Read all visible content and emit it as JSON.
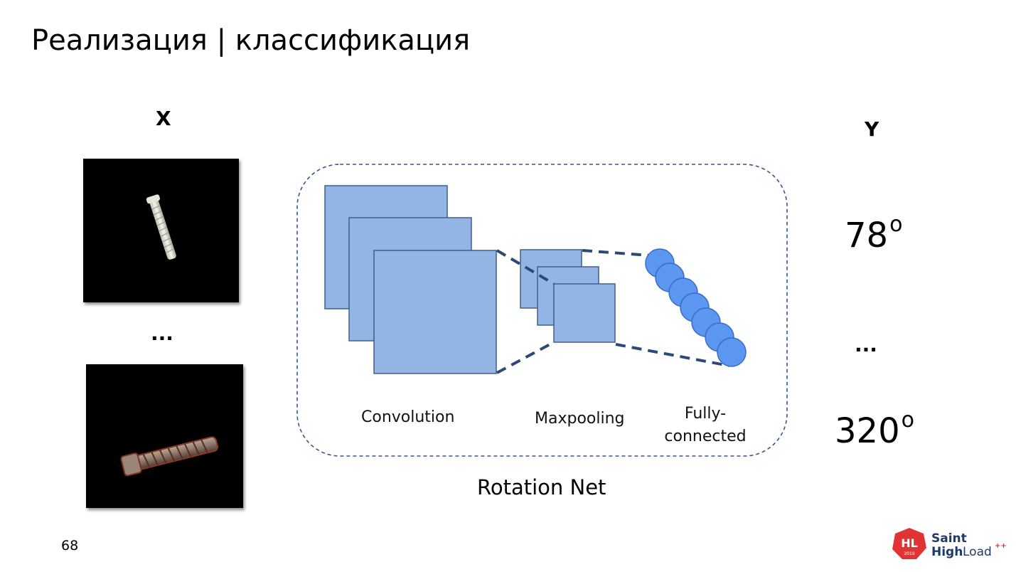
{
  "slide": {
    "title": "Реализация | классификация",
    "page_number": "68"
  },
  "inputs": {
    "label": "X",
    "ellipsis": "..."
  },
  "outputs": {
    "label": "Y",
    "ellipsis": "...",
    "values": [
      {
        "value": "78",
        "unit": "o"
      },
      {
        "value": "320",
        "unit": "o"
      }
    ]
  },
  "network": {
    "name": "Rotation Net",
    "layers": {
      "convolution": "Convolution",
      "maxpooling": "Maxpooling",
      "fully_connected": [
        "Fully-",
        "connected"
      ]
    },
    "colors": {
      "layer_fill": "#93b5e3",
      "layer_stroke": "#3f5f8e",
      "connector": "#2c4a78",
      "node_fill": "#5b96f0"
    }
  },
  "logo": {
    "badge_text": "HL",
    "badge_year": "2019",
    "line1": "Saint",
    "line2_a": "High",
    "line2_b": "Load",
    "superscript": "++",
    "color": "#e03434",
    "text_color": "#1d3a6b"
  }
}
